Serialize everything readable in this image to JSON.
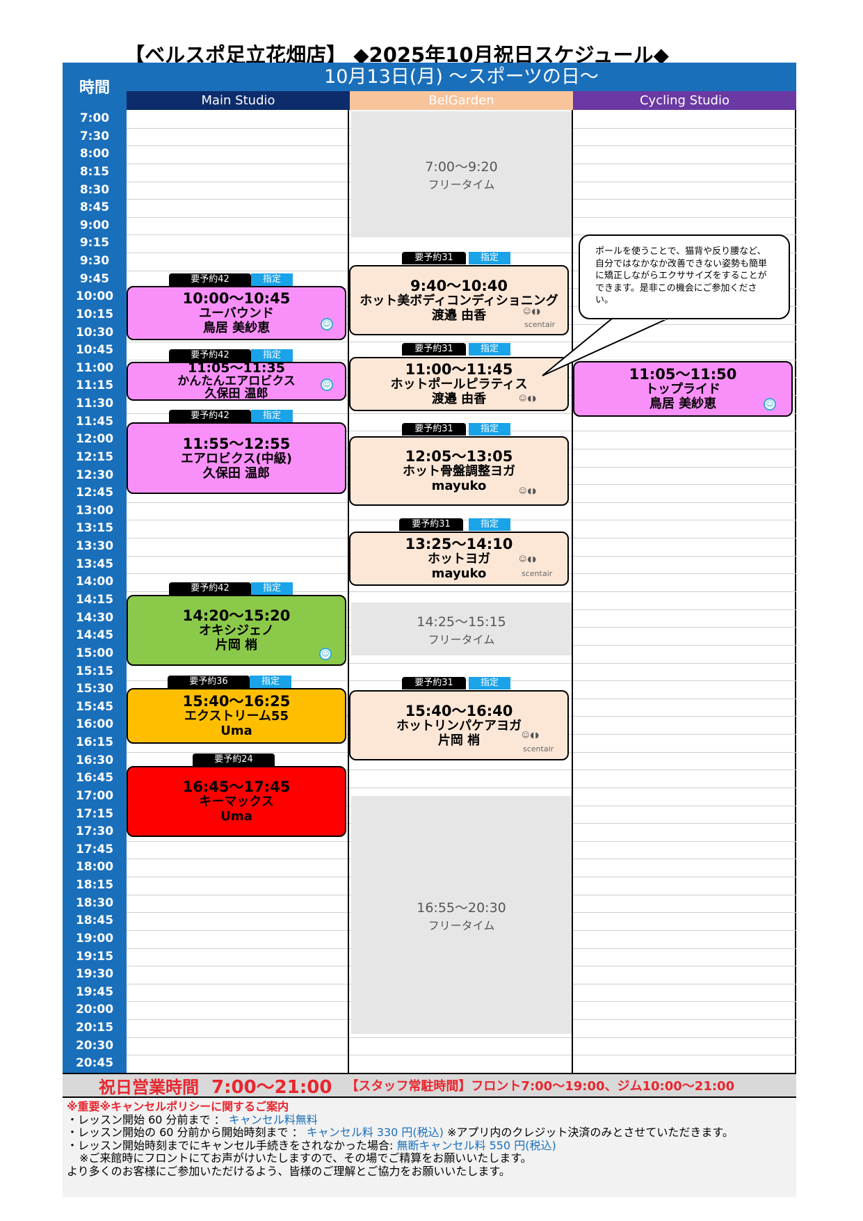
{
  "title": "【ベルスポ足立花畑店】 ◆2025年10月祝日スケジュール◆",
  "header": {
    "time_label": "時間",
    "day": "10月13日(月) ～スポーツの日～",
    "studios": [
      "Main Studio",
      "BelGarden",
      "Cycling Studio"
    ]
  },
  "times": [
    "7:00",
    "7:30",
    "8:00",
    "8:15",
    "8:30",
    "8:45",
    "9:00",
    "9:15",
    "9:30",
    "9:45",
    "10:00",
    "10:15",
    "10:30",
    "10:45",
    "11:00",
    "11:15",
    "11:30",
    "11:45",
    "12:00",
    "12:15",
    "12:30",
    "12:45",
    "13:00",
    "13:15",
    "13:30",
    "13:45",
    "14:00",
    "14:15",
    "14:30",
    "14:45",
    "15:00",
    "15:15",
    "15:30",
    "15:45",
    "16:00",
    "16:15",
    "16:30",
    "16:45",
    "17:00",
    "17:15",
    "17:30",
    "17:45",
    "18:00",
    "18:15",
    "18:30",
    "18:45",
    "19:00",
    "19:15",
    "19:30",
    "19:45",
    "20:00",
    "20:15",
    "20:30",
    "20:45"
  ],
  "free_times": [
    {
      "time": "7:00～9:20",
      "label": "フリータイム"
    },
    {
      "time": "14:25～15:15",
      "label": "フリータイム"
    },
    {
      "time": "16:55～20:30",
      "label": "フリータイム"
    }
  ],
  "lessons": {
    "main": [
      {
        "reserve": "要予約42",
        "tag": "指定",
        "time": "10:00～10:45",
        "name": "ユーバウンド",
        "instructor": "鳥居 美紗恵",
        "color": "#f990f9"
      },
      {
        "reserve": "要予約42",
        "tag": "指定",
        "time": "11:05～11:35",
        "name": "かんたんエアロビクス",
        "instructor": "久保田 温郎",
        "color": "#f990f9"
      },
      {
        "reserve": "要予約42",
        "tag": "指定",
        "time": "11:55～12:55",
        "name": "エアロビクス(中級)",
        "instructor": "久保田 温郎",
        "color": "#f990f9"
      },
      {
        "reserve": "要予約42",
        "tag": "指定",
        "time": "14:20～15:20",
        "name": "オキシジェノ",
        "instructor": "片岡 梢",
        "color": "#8bc94a"
      },
      {
        "reserve": "要予約36",
        "tag": "指定",
        "time": "15:40～16:25",
        "name": "エクストリーム55",
        "instructor": "Uma",
        "color": "#ffbf00"
      },
      {
        "reserve": "要予約24",
        "time": "16:45～17:45",
        "name": "キーマックス",
        "instructor": "Uma",
        "color": "#ff0000"
      }
    ],
    "bel": [
      {
        "reserve": "要予約31",
        "tag": "指定",
        "time": "9:40～10:40",
        "name": "ホット美ボディコンディショニング",
        "instructor": "渡邉 由香",
        "color": "#fce7d7"
      },
      {
        "reserve": "要予約31",
        "tag": "指定",
        "time": "11:00～11:45",
        "name": "ホットポールピラティス",
        "instructor": "渡邉 由香",
        "color": "#fce7d7"
      },
      {
        "reserve": "要予約31",
        "tag": "指定",
        "time": "12:05～13:05",
        "name": "ホット骨盤調整ヨガ",
        "instructor": "mayuko",
        "color": "#fce7d7"
      },
      {
        "reserve": "要予約31",
        "tag": "指定",
        "time": "13:25～14:10",
        "name": "ホットヨガ",
        "instructor": "mayuko",
        "color": "#fce7d7"
      },
      {
        "reserve": "要予約31",
        "tag": "指定",
        "time": "15:40～16:40",
        "name": "ホットリンパケアヨガ",
        "instructor": "片岡 梢",
        "color": "#fce7d7"
      }
    ],
    "cycling": [
      {
        "time": "11:05～11:50",
        "name": "トップライド",
        "instructor": "鳥居 美紗恵",
        "color": "#f990f9"
      }
    ]
  },
  "icons": {
    "smile": "smile-icon",
    "set": "amenity-icons",
    "scent": "scentair"
  },
  "bubble": "ポールを使うことで、猫背や反り腰など、自分ではなかなか改善できない姿勢も簡単に矯正しながらエクササイズをすることができます。是非この機会にご参加ください。",
  "hours": {
    "label": "祝日営業時間",
    "value": "7:00～21:00",
    "staff": "【スタッフ常駐時間】フロント7:00～19:00、ジム10:00～21:00"
  },
  "notice": {
    "title": "※重要※キャンセルポリシーに関するご案内",
    "l1_a": "・レッスン開始 60 分前まで ： ",
    "l1_b": "キャンセル料無料",
    "l2_a": "・レッスン開始の 60 分前から開始時刻まで ： ",
    "l2_b": "キャンセル料 330 円(税込)",
    "l2_c": " ※アプリ内のクレジット決済のみとさせていただきます。",
    "l3_a": "・レッスン開始時刻までにキャンセル手続きをされなかった場合: ",
    "l3_b": "無断キャンセル料 550 円(税込)",
    "l4": "※ご来館時にフロントにてお声がけいたしますので、その場でご精算をお願いいたします。",
    "l5": "より多くのお客様にご参加いただけるよう、皆様のご理解とご協力をお願いいたします。"
  }
}
